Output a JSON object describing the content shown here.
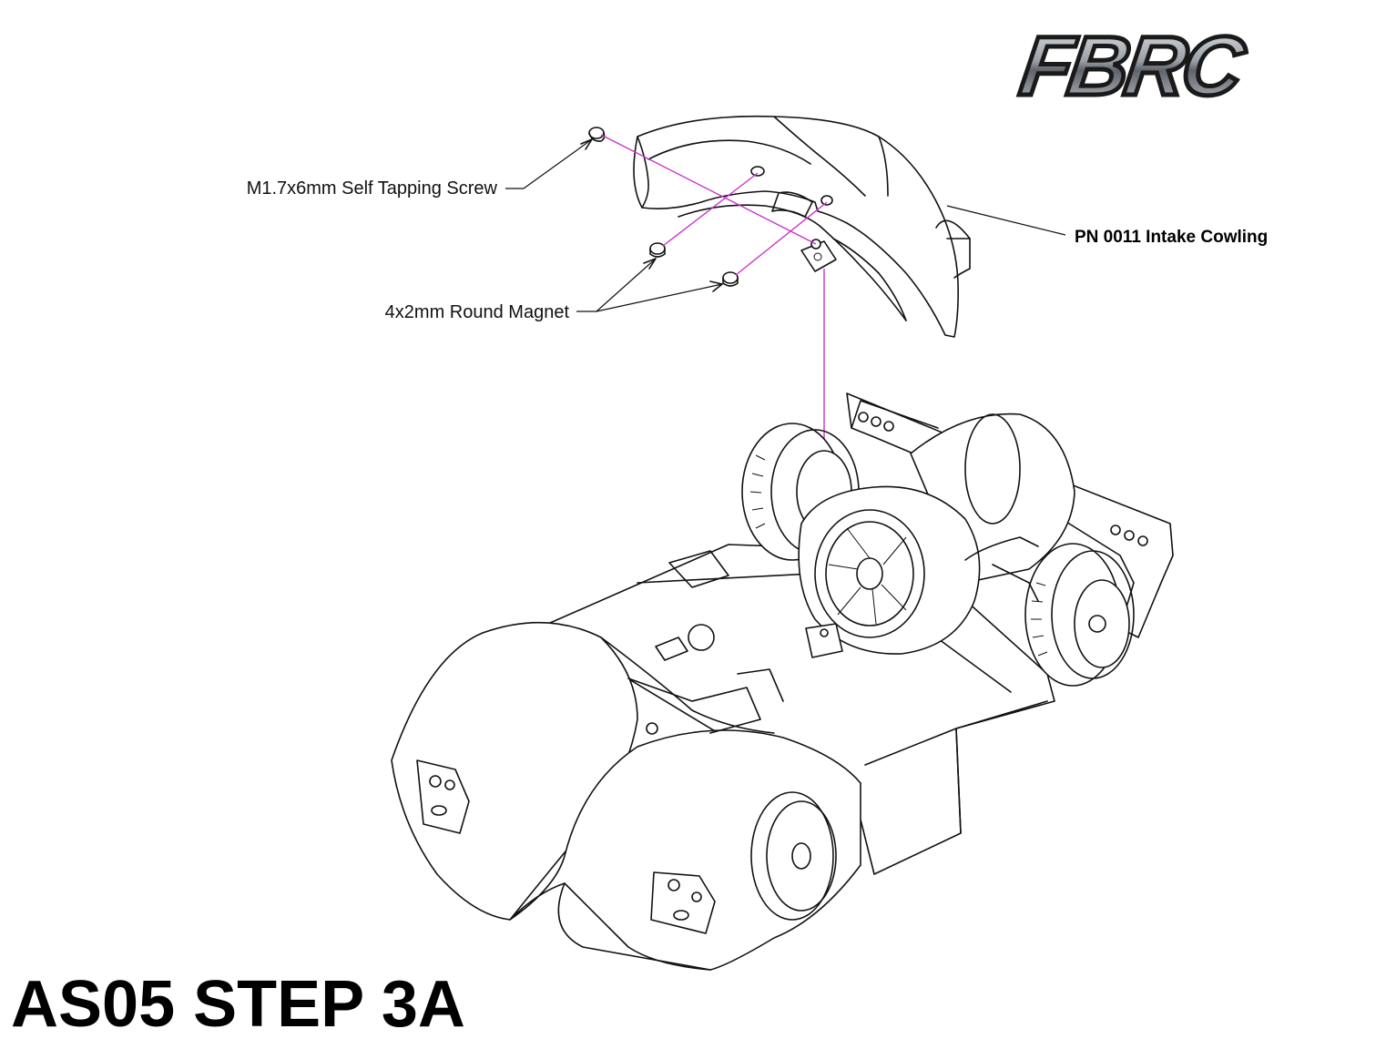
{
  "logo": {
    "text": "FBRC"
  },
  "title": "AS05 STEP 3A",
  "callouts": {
    "screw": "M1.7x6mm Self Tapping Screw",
    "magnet": "4x2mm Round Magnet",
    "cowling": "PN 0011 Intake Cowling"
  },
  "colors": {
    "guide_line": "#cc33cc",
    "logo_fill": "#8a8f96",
    "logo_outline": "#1a1a1a"
  }
}
